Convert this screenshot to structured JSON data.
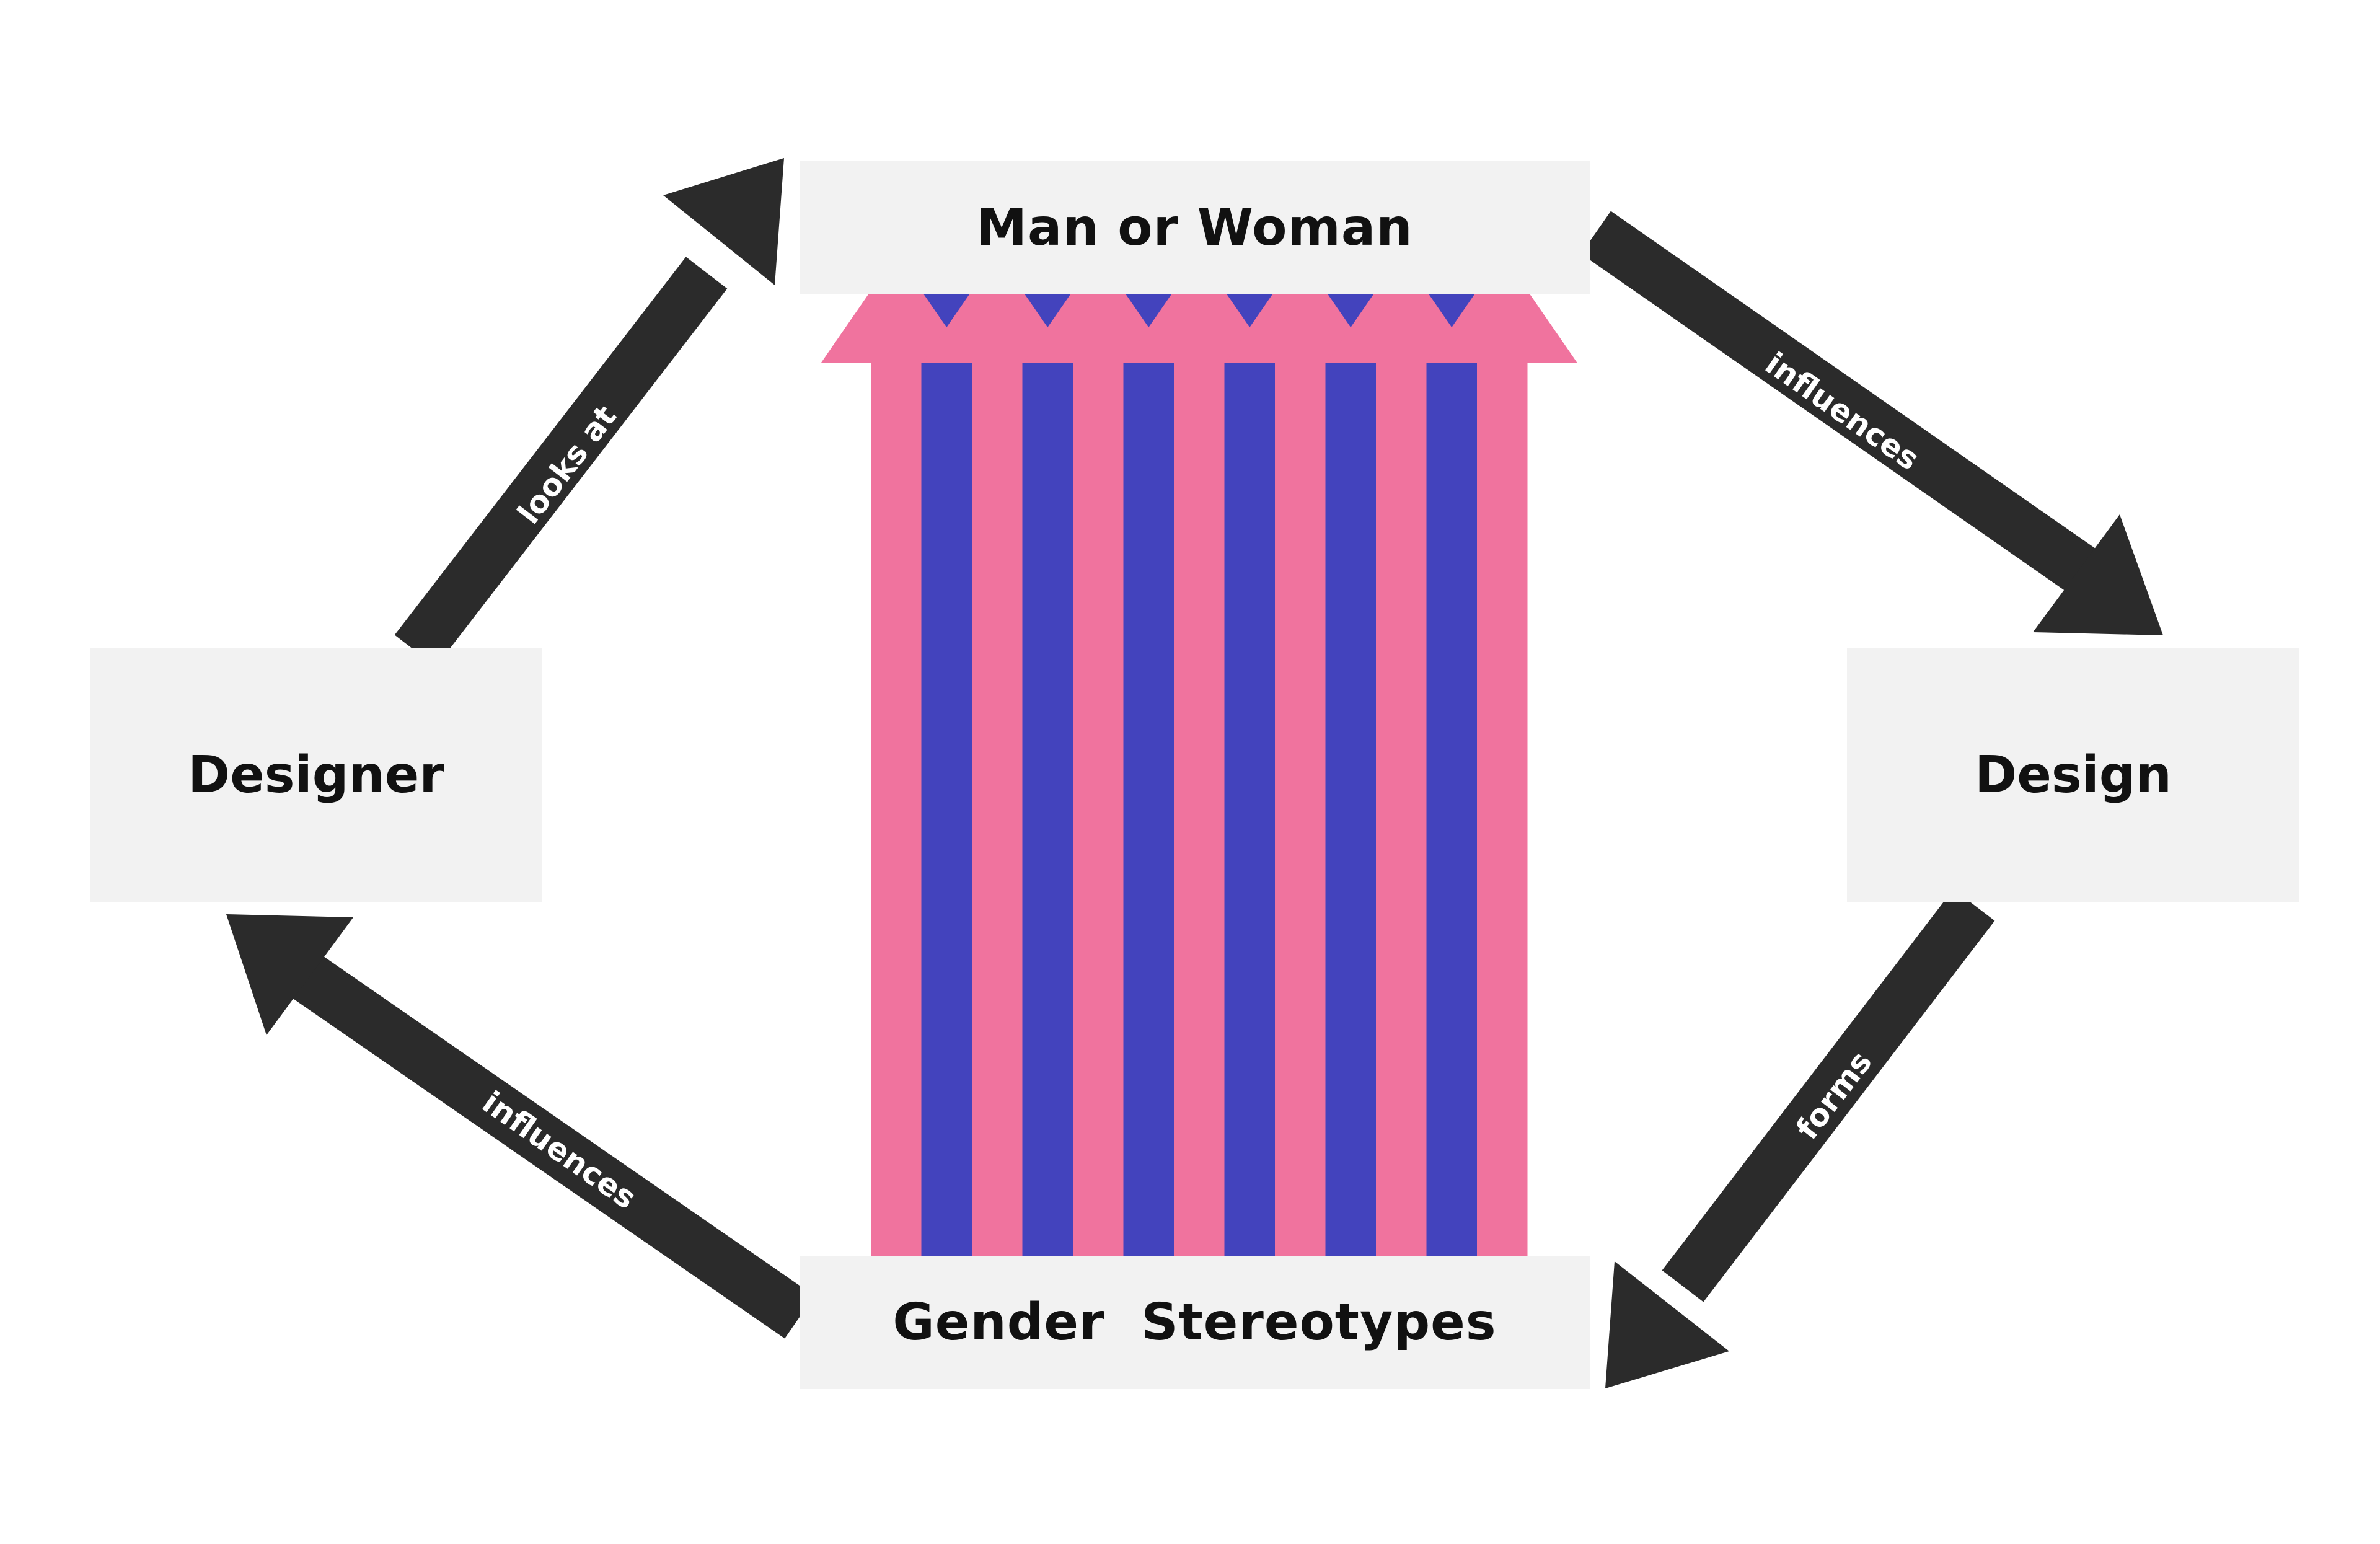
{
  "nodes": {
    "top": "Man or Woman",
    "bottom": "Gender  Stereotypes",
    "left": "Designer",
    "right": "Design"
  },
  "edges": {
    "designer_to_top": "looks at",
    "top_to_design": "influences",
    "design_to_bottom": "forms",
    "bottom_to_designer": "influences"
  },
  "colors": {
    "arrow": "#2b2b2b",
    "pink": "#f0739e",
    "blue": "#4343bd",
    "box": "#f2f2f2",
    "text": "#111111"
  }
}
